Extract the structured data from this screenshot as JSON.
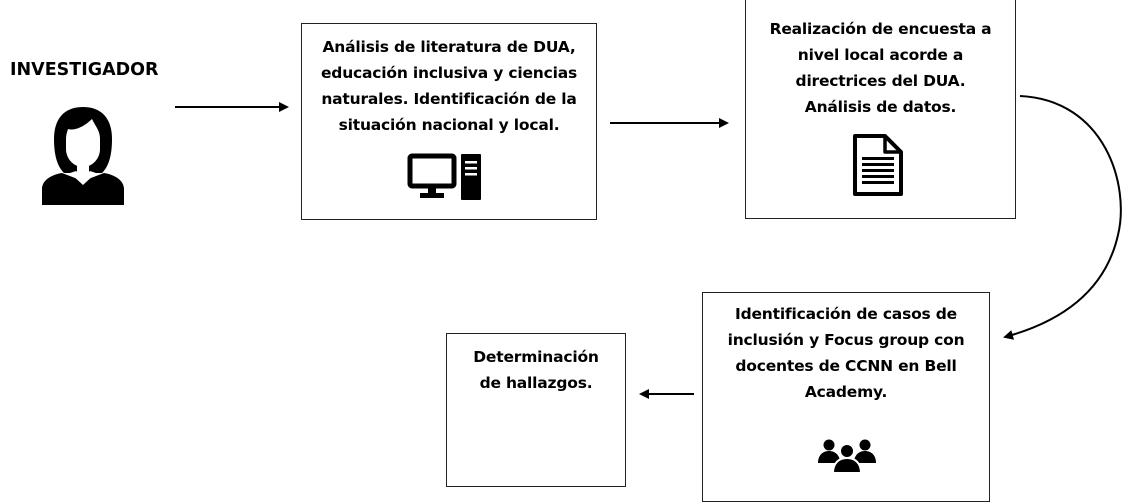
{
  "actor": {
    "label": "INVESTIGADOR",
    "icon": "person-silhouette-icon"
  },
  "steps": [
    {
      "text": "Análisis de literatura de DUA,\neducación inclusiva y ciencias\nnaturales. Identificación de la\nsituación nacional y local.",
      "icon": "desktop-computer-icon"
    },
    {
      "text": "Realización de encuesta a\nnivel local acorde a\ndirectrices del DUA.\nAnálisis de datos.",
      "icon": "document-icon"
    },
    {
      "text": "Identificación de casos de\ninclusión y Focus group con\ndocentes de CCNN en Bell\nAcademy.",
      "icon": "group-users-icon"
    },
    {
      "text": "Determinación\nde hallazgos.",
      "icon": ""
    }
  ],
  "colors": {
    "stroke": "#000000",
    "icon_fill": "#000000",
    "box_border": "#222222"
  }
}
